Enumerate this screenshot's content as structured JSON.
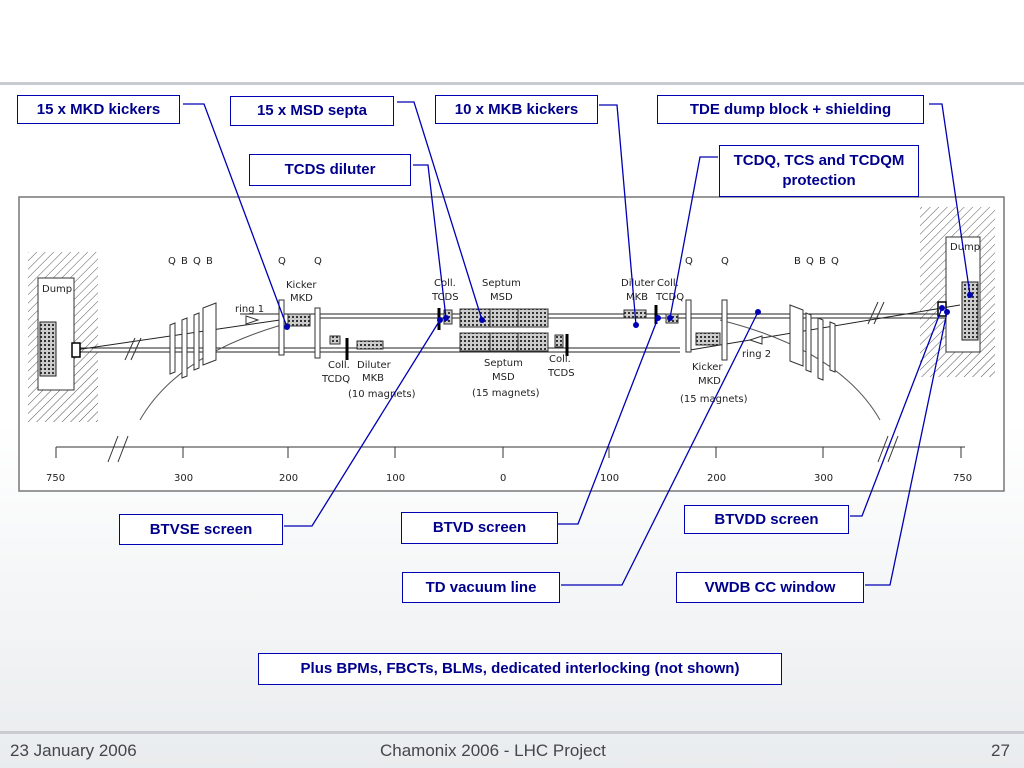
{
  "callouts": {
    "mkd_kickers": "15 x MKD kickers",
    "msd_septa": "15 x MSD septa",
    "mkb_kickers": "10 x MKB kickers",
    "tde_dump": "TDE dump block + shielding",
    "tcds_diluter": "TCDS diluter",
    "tcdq_protection": "TCDQ, TCS and TCDQM protection",
    "btvse_screen": "BTVSE screen",
    "btvd_screen": "BTVD screen",
    "btvdd_screen": "BTVDD screen",
    "td_vacuum_line": "TD vacuum line",
    "vwdb_window": "VWDB CC window",
    "note": "Plus BPMs, FBCTs, BLMs, dedicated interlocking (not shown)"
  },
  "diagram_labels": {
    "dump_left": "Dump",
    "dump_right": "Dump",
    "quad_bend_left": [
      "Q",
      "B",
      "Q",
      "B"
    ],
    "quad_bend_right": [
      "B",
      "Q",
      "B",
      "Q"
    ],
    "q_left": [
      "Q",
      "Q"
    ],
    "q_right": [
      "Q",
      "Q"
    ],
    "kicker_mkd_top": [
      "Kicker",
      "MKD"
    ],
    "ring1": "ring 1",
    "ring2": "ring 2",
    "coll_tcds_top": [
      "Coll.",
      "TCDS"
    ],
    "septum_msd_top": [
      "Septum",
      "MSD"
    ],
    "diluter_mkb_top": [
      "Diluter",
      "MKB"
    ],
    "coll_tcdq_top": [
      "Coll.",
      "TCDQ"
    ],
    "coll_tcdq_bottom": [
      "Coll.",
      "TCDQ"
    ],
    "diluter_mkb_bottom": [
      "Diluter",
      "MKB",
      "(10 magnets)"
    ],
    "septum_msd_bottom": [
      "Septum",
      "MSD",
      "(15 magnets)"
    ],
    "coll_tcds_bottom": [
      "Coll.",
      "TCDS"
    ],
    "kicker_mkd_bottom": [
      "Kicker",
      "MKD",
      "(15 magnets)"
    ]
  },
  "axis_ticks": [
    "750",
    "300",
    "200",
    "100",
    "0",
    "100",
    "200",
    "300",
    "750"
  ],
  "footer": {
    "date": "23 January 2006",
    "title": "Chamonix 2006 - LHC Project",
    "page": "27"
  },
  "colors": {
    "callout_text": "#00008c",
    "callout_border": "#0000b4",
    "leader_line": "#0000b4"
  }
}
